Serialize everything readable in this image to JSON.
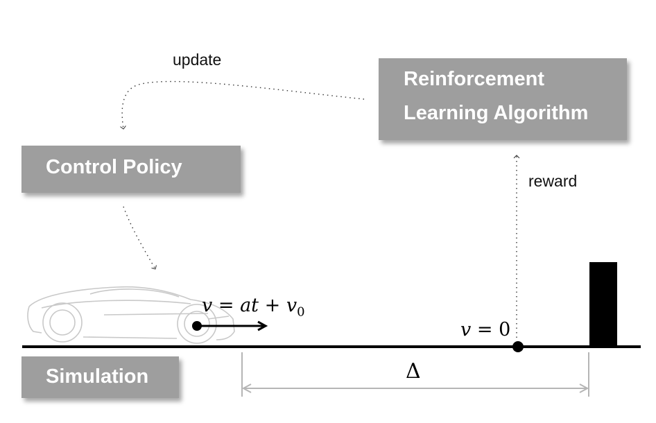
{
  "boxes": {
    "rl_line1": "Reinforcement",
    "rl_line2": "Learning Algorithm",
    "policy": "Control Policy",
    "simulation": "Simulation"
  },
  "labels": {
    "update": "update",
    "reward": "reward"
  },
  "math": {
    "v_symbol": "v",
    "eq_sign": " = ",
    "a_symbol": "a",
    "t_symbol": "t",
    "plus": " + ",
    "v0_base": "v",
    "v0_sub": "0",
    "zero": "0",
    "delta": "Δ"
  },
  "colors": {
    "box_fill": "#9e9e9e",
    "box_text": "#ffffff",
    "ground": "#000000",
    "obstacle": "#000000",
    "dimension_line": "#b5b5b5",
    "car_sketch": "#c8c8c8"
  }
}
